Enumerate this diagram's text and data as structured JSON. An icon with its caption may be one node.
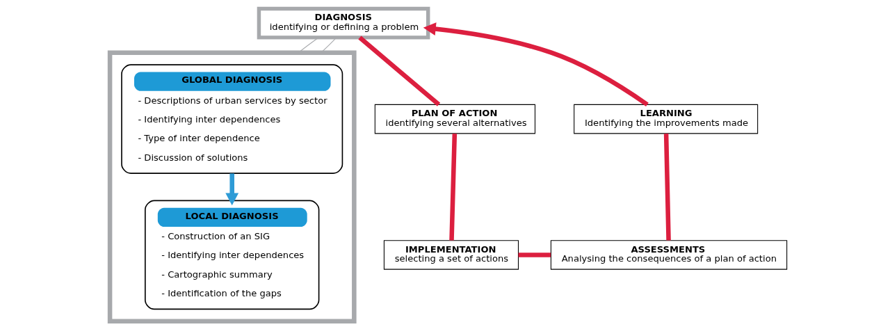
{
  "diagram": {
    "nodes": [
      {
        "text": [
          "DIAGNOSIS",
          "identifying or defining a problem"
        ]
      },
      {
        "text": [
          "PLAN OF ACTION",
          "identifying several alternatives"
        ]
      },
      {
        "text": [
          "IMPLEMENTATION",
          "selecting a set of actions"
        ]
      },
      {
        "text": [
          "ASSESSMENTS",
          "Analysing the consequences of a plan of action"
        ]
      },
      {
        "text": [
          "LEARNING",
          "Identifying the improvements made"
        ]
      },
      {
        "text": [],
        "shape": "box"
      },
      {
        "text": [
          "GLOBAL DIAGNOSIS",
          "- Descriptions of urban services by sector",
          "- Identifying inter dependences",
          "- Type of inter dependence",
          "- Discussion of solutions"
        ],
        "in": 5
      },
      {
        "text": [
          "LOCAL DIAGNOSIS",
          "- Construction of an SIG",
          "- Identifying inter dependences",
          "- Cartographic summary",
          "- Identification of the gaps"
        ],
        "in": 5
      }
    ],
    "edges": [
      {
        "from": 0,
        "to": 1,
        "arrow": "none",
        "color": "#dc1f3f"
      },
      {
        "from": 1,
        "to": 2,
        "arrow": "none",
        "color": "#dc1f3f"
      },
      {
        "from": 2,
        "to": 3,
        "arrow": "none",
        "color": "#dc1f3f"
      },
      {
        "from": 3,
        "to": 4,
        "arrow": "none",
        "color": "#dc1f3f"
      },
      {
        "from": 4,
        "to": 0,
        "arrow": "to",
        "color": "#dc1f3f"
      },
      {
        "from": 0,
        "to": 5,
        "arrow": "none",
        "color": "#a7a9ac"
      },
      {
        "from": 0,
        "to": 5,
        "arrow": "none",
        "color": "#a7a9ac"
      },
      {
        "from": 6,
        "to": 7,
        "arrow": "to",
        "color": "#2e9bd6"
      }
    ]
  }
}
